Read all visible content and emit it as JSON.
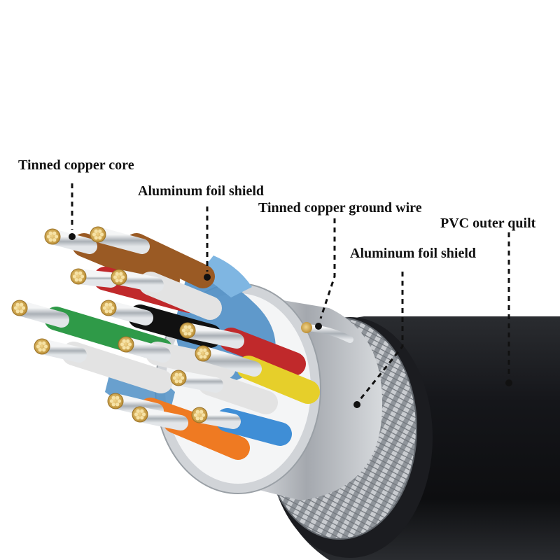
{
  "labels": {
    "core": "Tinned copper core",
    "foil_inner": "Aluminum foil shield",
    "ground_wire": "Tinned copper ground wire",
    "outer_quilt": "PVC outer quilt",
    "foil_outer": "Aluminum foil shield"
  },
  "colors": {
    "jacket": "#1a1b1e",
    "braid": "#9a9ea4",
    "foil": "#c6c9cd",
    "copper_tin": "#d6d9dc",
    "copper_gold": "#d9b35a",
    "blue_foil": "#4f8fc6",
    "wire_colors": [
      "#c0292b",
      "#9a5a24",
      "#2f9a48",
      "#111111",
      "#e6cf2a",
      "#ef7a22",
      "#3f8ed6",
      "#e3e3e3"
    ],
    "text": "#111111"
  },
  "icons": [
    "braid-pattern",
    "wire-strand-tips",
    "dashed-leader-lines"
  ]
}
